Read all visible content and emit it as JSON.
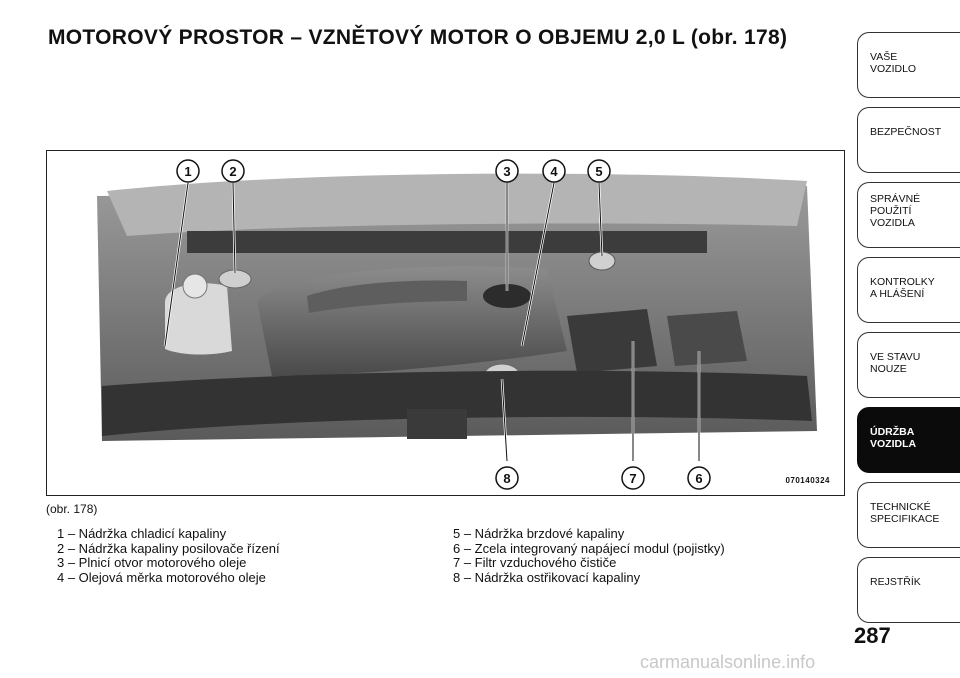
{
  "page_title": "MOTOROVÝ PROSTOR – VZNĚTOVÝ MOTOR O OBJEMU 2,0 L (obr.  178)",
  "figure": {
    "code": "070140324",
    "caption": "(obr. 178)",
    "callouts": [
      "1",
      "2",
      "3",
      "4",
      "5",
      "6",
      "7",
      "8"
    ]
  },
  "legend": {
    "left": [
      "1 – Nádržka chladicí kapaliny",
      "2 – Nádržka kapaliny posilovače řízení",
      "3 – Plnicí otvor motorového oleje",
      "4 – Olejová měrka motorového oleje"
    ],
    "right": [
      "5 – Nádržka brzdové kapaliny",
      "6 – Zcela integrovaný napájecí modul (pojistky)",
      "7 – Filtr vzduchového čističe",
      "8 – Nádržka ostřikovací kapaliny"
    ]
  },
  "tabs": [
    {
      "line1": "VAŠE",
      "line2": "VOZIDLO",
      "line3": ""
    },
    {
      "line1": "BEZPEČNOST",
      "line2": "",
      "line3": ""
    },
    {
      "line1": "SPRÁVNÉ",
      "line2": "POUŽITÍ",
      "line3": "VOZIDLA"
    },
    {
      "line1": "KONTROLKY",
      "line2": "A HLÁŠENÍ",
      "line3": ""
    },
    {
      "line1": "VE STAVU",
      "line2": "NOUZE",
      "line3": ""
    },
    {
      "line1": "ÚDRŽBA",
      "line2": "VOZIDLA",
      "line3": ""
    },
    {
      "line1": "TECHNICKÉ",
      "line2": "SPECIFIKACE",
      "line3": ""
    },
    {
      "line1": "REJSTŘÍK",
      "line2": "",
      "line3": ""
    }
  ],
  "active_tab": 5,
  "page_number": "287",
  "watermark": "carmanualsonline.info"
}
